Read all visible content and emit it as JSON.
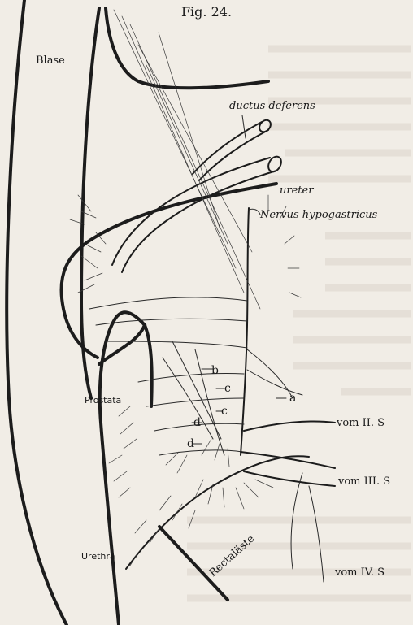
{
  "figure": {
    "title": "Fig. 24.",
    "labels": {
      "blase": "Blase",
      "ductus_deferens": "ductus deferens",
      "ureter": "ureter",
      "nervus_hypogastricus": "Nervus hypogastricus",
      "prostata": "Prostata",
      "urethra": "Urethra",
      "rectalaeste": "Rectaläste",
      "vom_ii_s": "vom II. S",
      "vom_iii_s": "vom III. S",
      "vom_iv_s": "vom IV. S"
    },
    "letters": {
      "a": "a",
      "b": "b",
      "c1": "c",
      "c2": "c",
      "d1": "d",
      "d2": "d"
    }
  },
  "colors": {
    "paper": "#f1ede6",
    "ink": "#1c1c1c",
    "bleed_text": "#b9b3aa"
  }
}
